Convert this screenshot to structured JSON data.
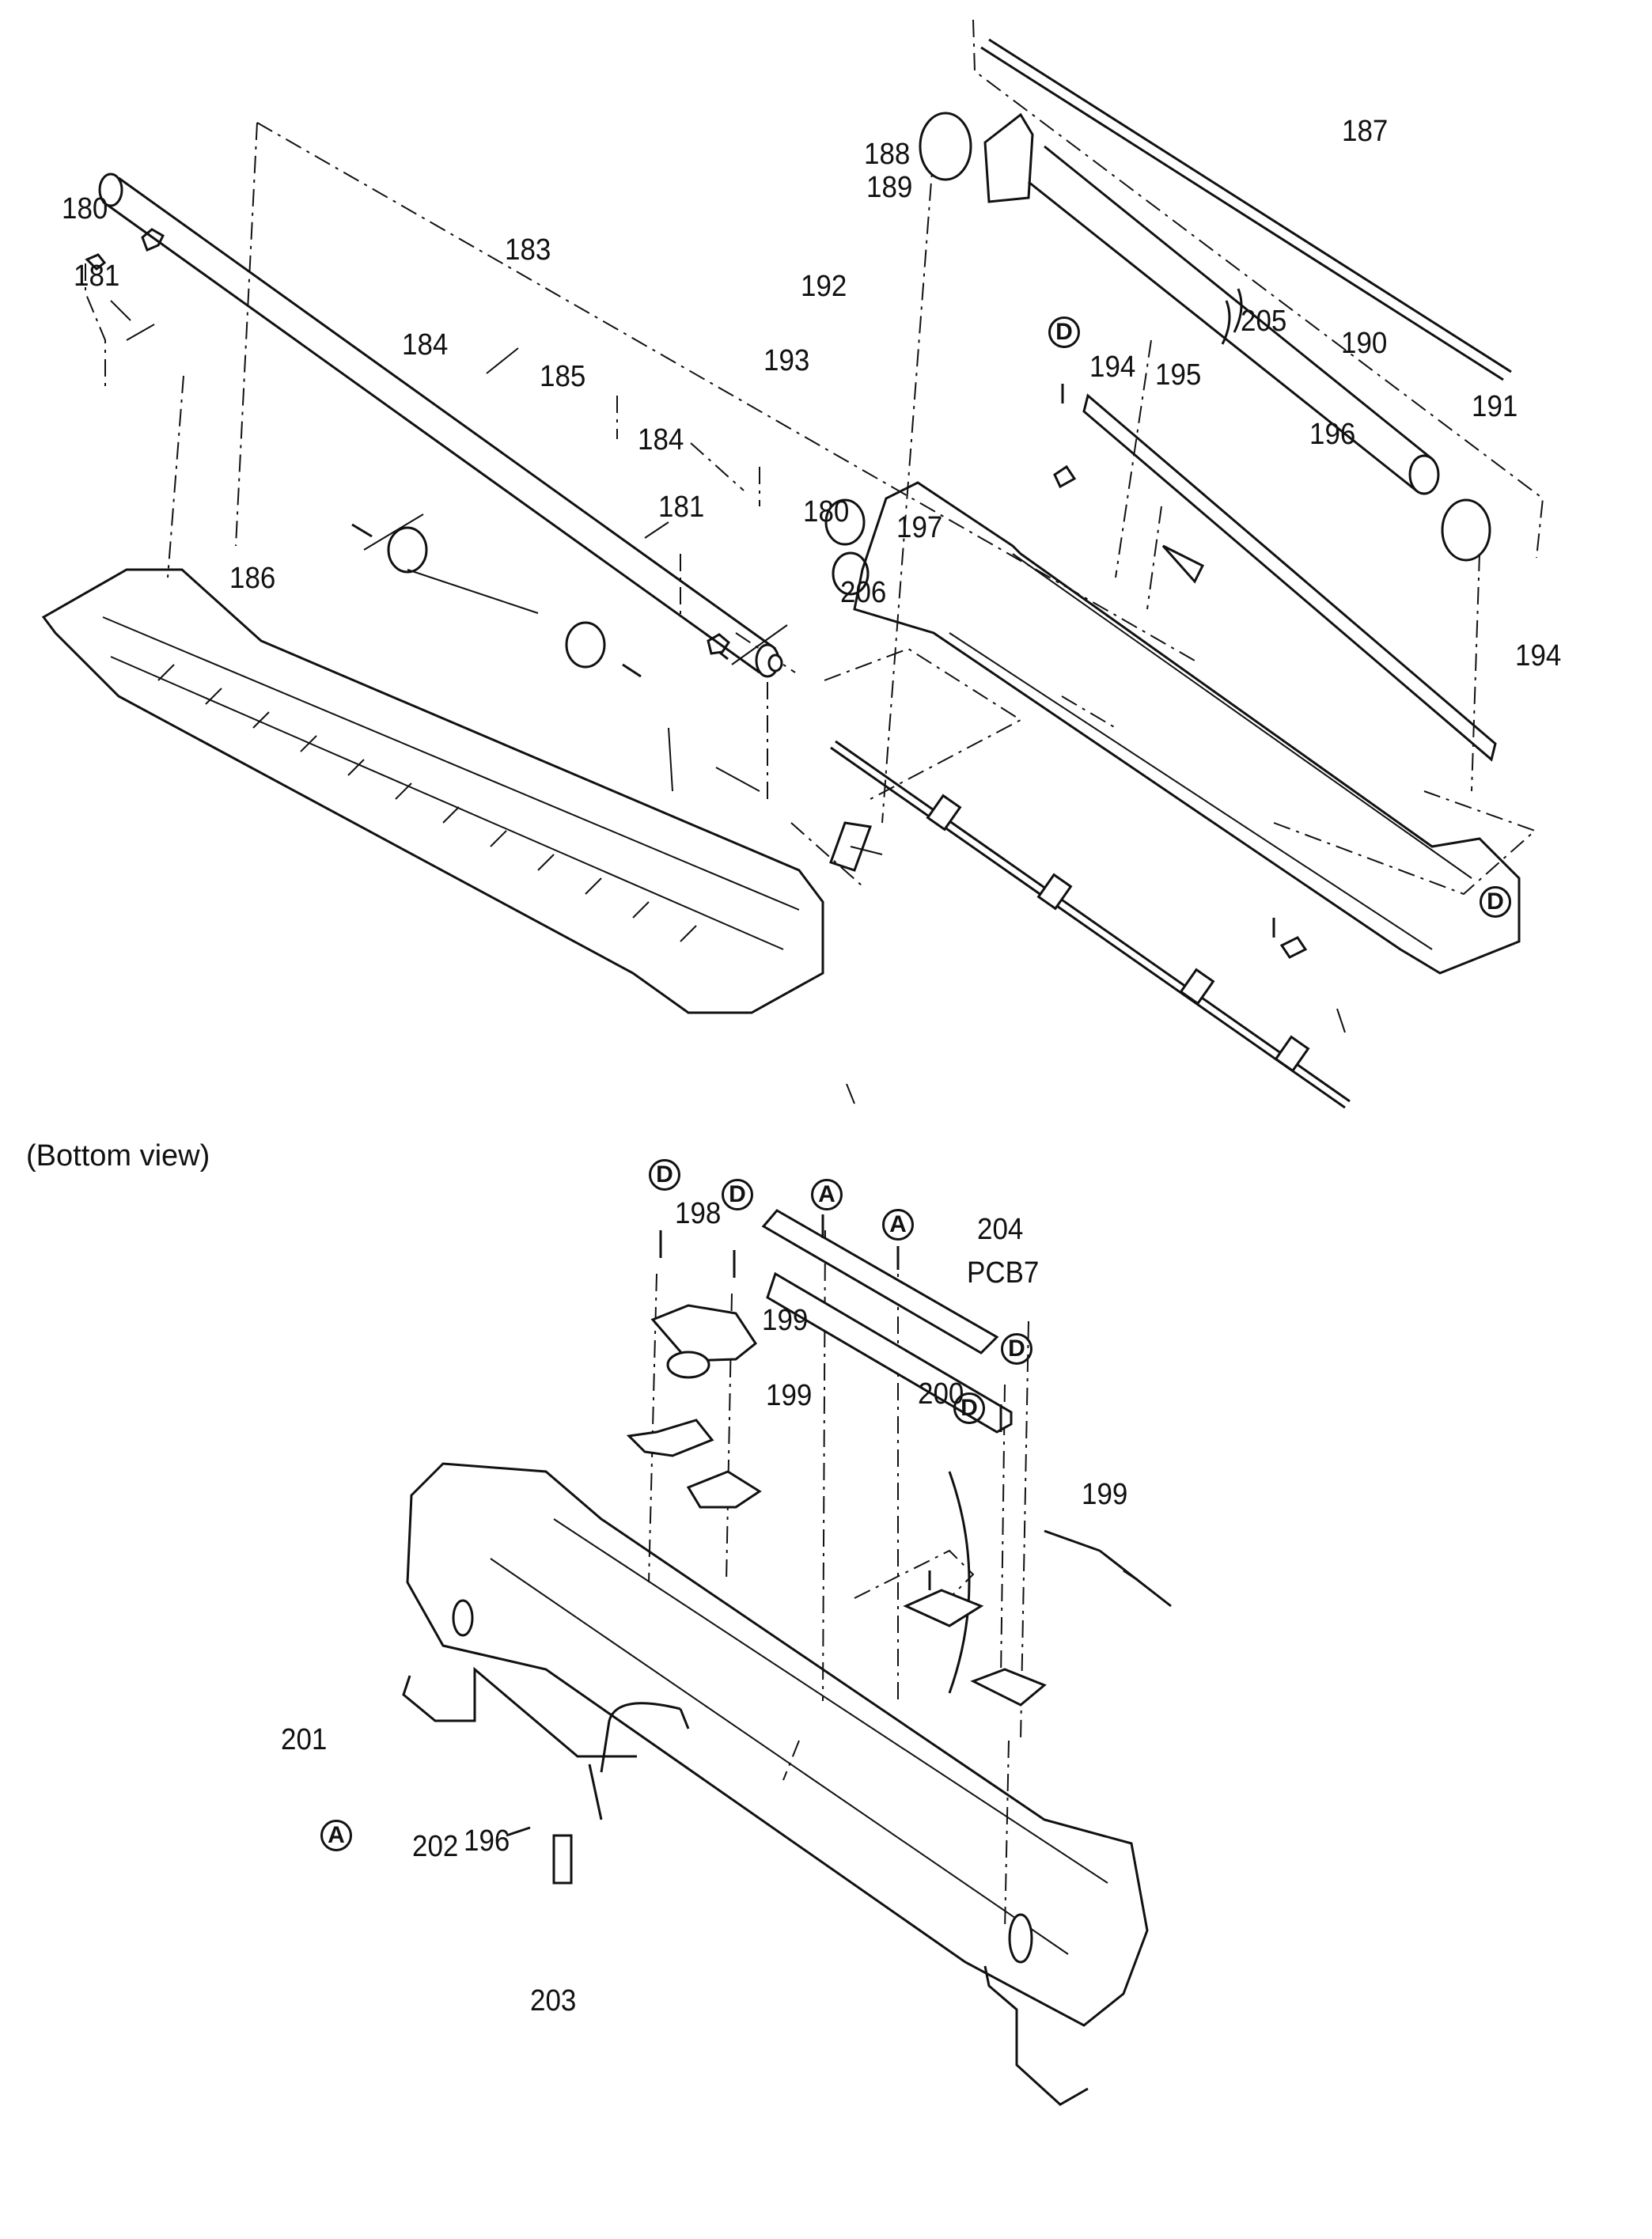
{
  "diagram": {
    "type": "exploded-parts-diagram",
    "caption": "(Bottom view)",
    "parts": {
      "p180a": "180",
      "p181a": "181",
      "p183": "183",
      "p184a": "184",
      "p185": "185",
      "p184b": "184",
      "p181b": "181",
      "p180b": "180",
      "p186": "186",
      "p206": "206",
      "p187": "187",
      "p188": "188",
      "p189": "189",
      "p190": "190",
      "p191": "191",
      "p192": "192",
      "p193": "193",
      "p194a": "194",
      "p195": "195",
      "p205": "205",
      "p196a": "196",
      "p197": "197",
      "p194b": "194",
      "p198": "198",
      "p199a": "199",
      "p204": "204",
      "pcb7": "PCB7",
      "p199b": "199",
      "p200": "200",
      "p199c": "199",
      "p201": "201",
      "p202": "202",
      "p196b": "196",
      "p203": "203"
    },
    "screw_markers": {
      "d1": "D",
      "d2": "D",
      "d3": "D",
      "d4": "D",
      "d5": "D",
      "d6": "D",
      "a1": "A",
      "a2": "A",
      "a3": "A"
    }
  }
}
